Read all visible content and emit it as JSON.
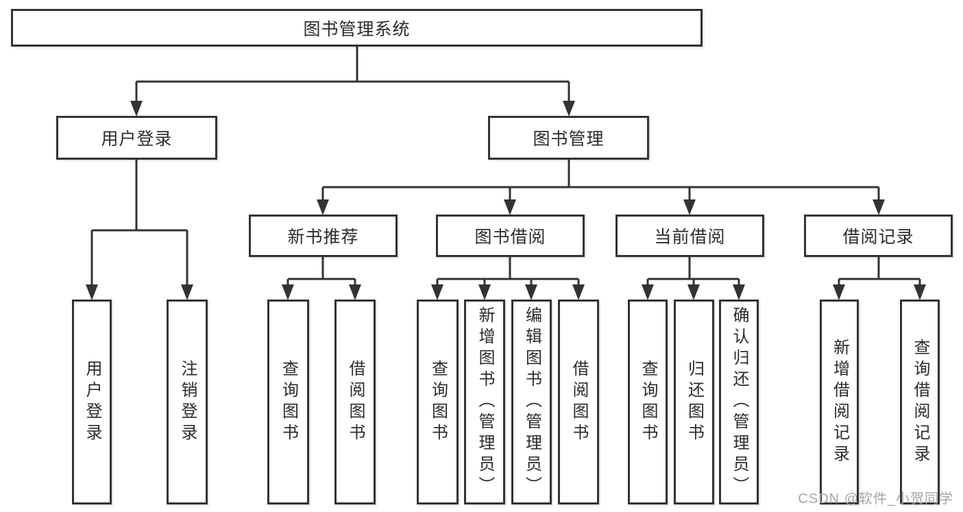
{
  "diagram": {
    "root": "图书管理系统",
    "level2": [
      "用户登录",
      "图书管理"
    ],
    "level3": [
      "新书推荐",
      "图书借阅",
      "当前借阅",
      "借阅记录"
    ],
    "leaves": {
      "user_login": [
        "用户登录",
        "注销登录"
      ],
      "new_book": [
        "查询图书",
        "借阅图书"
      ],
      "book_borrow": [
        "查询图书",
        "新增图书（管理员）",
        "编辑图书（管理员）",
        "借阅图书"
      ],
      "current_borrow": [
        "查询图书",
        "归还图书",
        "确认归还（管理员）"
      ],
      "borrow_record": [
        "新增借阅记录",
        "查询借阅记录"
      ]
    }
  },
  "watermark": {
    "text": "CSDN @软件_小贺同学",
    "color": "#a5a5a5"
  },
  "colors": {
    "line": "#333333",
    "text": "#2b2b2b",
    "box_bg": "#ffffff"
  }
}
